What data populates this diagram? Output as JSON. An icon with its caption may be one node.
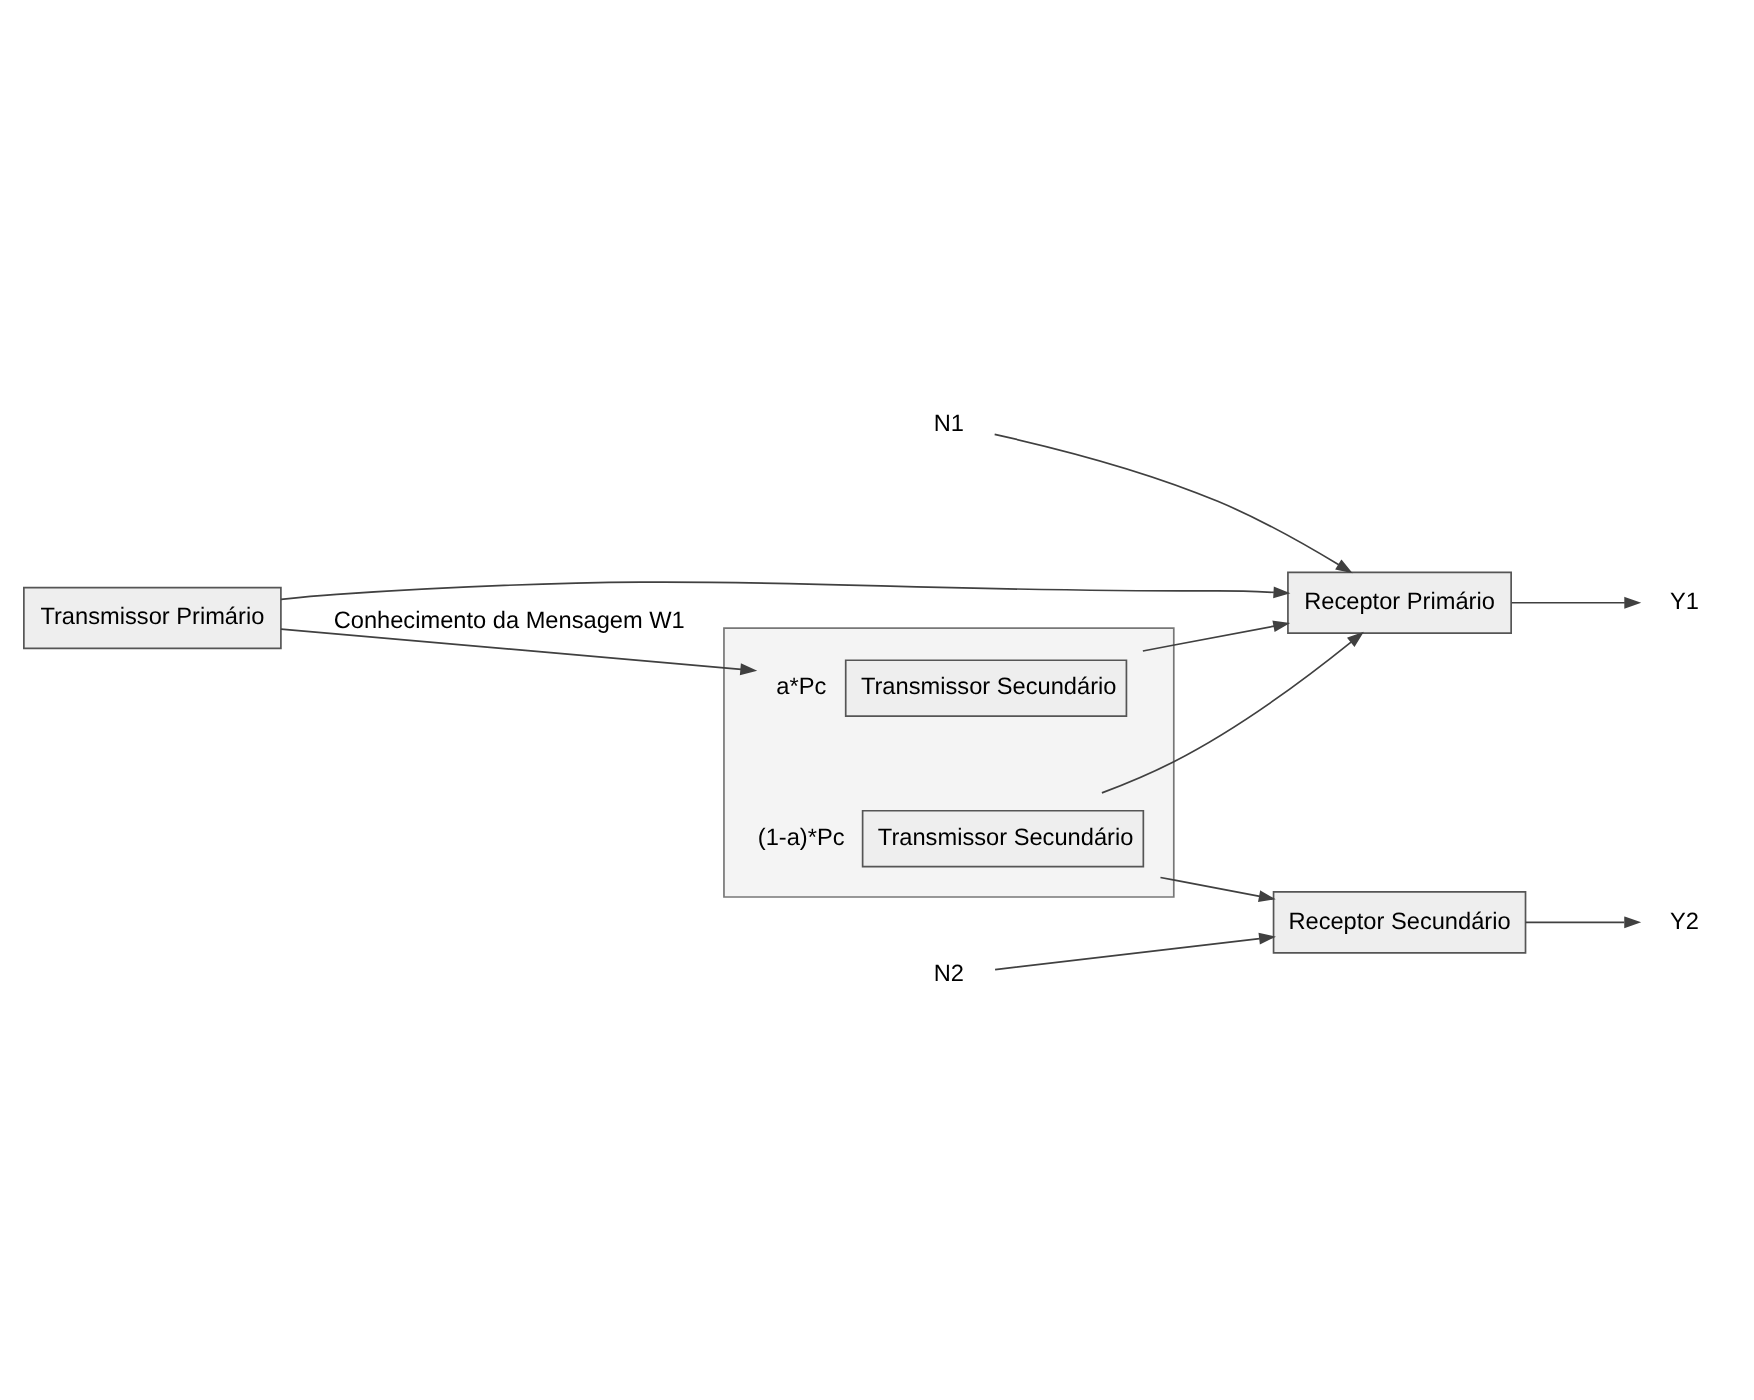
{
  "diagram": {
    "nodes": [
      {
        "text": [
          "Transmissor Primário"
        ]
      },
      {
        "text": [
          "Receptor Primário"
        ]
      },
      {
        "text": [
          "Y1"
        ]
      },
      {
        "text": [
          "N1"
        ]
      },
      {
        "text": [],
        "shape": "box"
      },
      {
        "text": [
          "Transmissor Secundário"
        ],
        "in": 4,
        "beside": [
          "a*Pc"
        ]
      },
      {
        "text": [
          "Transmissor Secundário"
        ],
        "in": 4,
        "beside": [
          "(1-a)*Pc"
        ]
      },
      {
        "text": [
          "Receptor Secundário"
        ]
      },
      {
        "text": [
          "Y2"
        ]
      },
      {
        "text": [
          "N2"
        ]
      }
    ],
    "edges": [
      {
        "from": 0,
        "to": 1,
        "arrow": "to"
      },
      {
        "from": 1,
        "to": 2,
        "arrow": "to"
      },
      {
        "from": 3,
        "to": 1,
        "arrow": "to"
      },
      {
        "from": 0,
        "to": 5,
        "arrow": "to",
        "label": "Conhecimento da Mensagem W1"
      },
      {
        "from": 5,
        "to": 1,
        "arrow": "to"
      },
      {
        "from": 6,
        "to": 1,
        "arrow": "to"
      },
      {
        "from": 6,
        "to": 7,
        "arrow": "to"
      },
      {
        "from": 7,
        "to": 8,
        "arrow": "to"
      },
      {
        "from": 9,
        "to": 7,
        "arrow": "to"
      }
    ]
  }
}
